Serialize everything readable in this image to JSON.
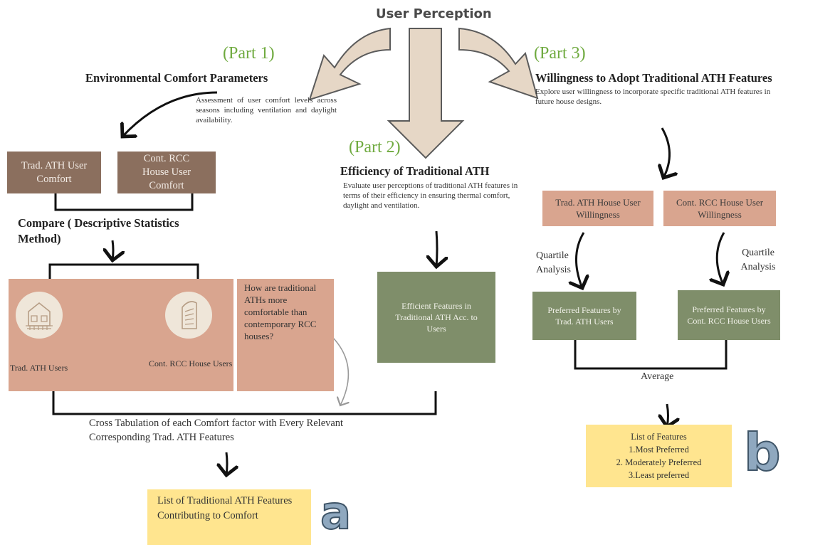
{
  "header": {
    "title": "User Perception"
  },
  "part1": {
    "label": "(Part 1)",
    "heading": "Environmental Comfort Parameters",
    "description": "Assessment of user comfort levels across seasons including ventilation and daylight availability.",
    "box_trad": "Trad. ATH User Comfort",
    "box_cont": "Cont. RCC House User Comfort",
    "compare": "Compare ( Descriptive Statistics Method)",
    "trad_users": "Trad. ATH Users",
    "cont_users": "Cont. RCC House Users",
    "question": "How are traditional ATHs more comfortable than contemporary RCC houses?",
    "cross_tab": "Cross Tabulation of each Comfort factor with Every Relevant Corresponding Trad. ATH Features",
    "result": "List of Traditional ATH Features Contributing to Comfort",
    "letter": "a"
  },
  "part2": {
    "label": "(Part 2)",
    "heading": "Efficiency of Traditional ATH",
    "description": "Evaluate user perceptions of traditional ATH features in terms of their efficiency in ensuring thermal comfort, daylight and ventilation.",
    "result": "Efficient Features in Traditional ATH Acc. to Users"
  },
  "part3": {
    "label": "(Part 3)",
    "heading": "Willingness to Adopt Traditional ATH Features",
    "description": "Explore user willingness to incorporate specific traditional ATH features in future house designs.",
    "box_trad": "Trad. ATH House User Willingness",
    "box_cont": "Cont. RCC House User Willingness",
    "quartile_left": "Quartile Analysis",
    "quartile_right": "Quartile Analysis",
    "pref_trad": "Preferred Features by Trad. ATH Users",
    "pref_cont": "Preferred Features by Cont. RCC House Users",
    "average": "Average",
    "list_title": "List of Features",
    "list_items": [
      "1.Most Preferred",
      "2. Moderately Preferred",
      "3.Least preferred"
    ],
    "letter": "b"
  },
  "colors": {
    "brown": "#8b6f5e",
    "pink": "#d9a58f",
    "green": "#7f8e6a",
    "yellow": "#ffe58f",
    "arrow_fill": "#e6d7c6",
    "part_label": "#6faa3f"
  }
}
